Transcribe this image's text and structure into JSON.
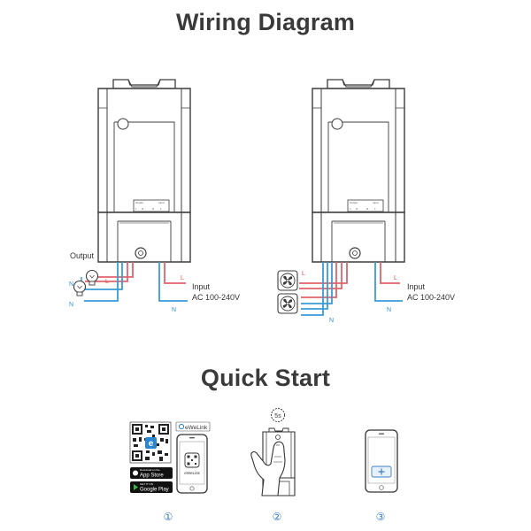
{
  "titles": {
    "wiring": "Wiring Diagram",
    "quick_start": "Quick Start"
  },
  "diagram_left": {
    "output_label": "Output",
    "input_label": "Input",
    "voltage_label": "AC 100-240V",
    "wire_labels": {
      "n": "N",
      "l": "L"
    }
  },
  "diagram_right": {
    "input_label": "Input",
    "voltage_label": "AC 100-240V",
    "wire_labels": {
      "n": "N",
      "l": "L"
    }
  },
  "terminals": {
    "out_label": "Output",
    "in_label": "Input",
    "letters": [
      "L",
      "N",
      "N",
      "L"
    ]
  },
  "quick_start": {
    "app_brand": "eWeLink",
    "app_store_small": "Download on the",
    "app_store": "App Store",
    "google_play_small": "GET IT ON",
    "google_play": "Google Play",
    "phone_app_label": "eWeLink",
    "timer_label": "5s",
    "steps": [
      "①",
      "②",
      "③"
    ]
  },
  "colors": {
    "line_live": "#e0636b",
    "line_neutral": "#3a9bd8",
    "outline": "#3c3c3c",
    "device_fill": "#ffffff"
  }
}
